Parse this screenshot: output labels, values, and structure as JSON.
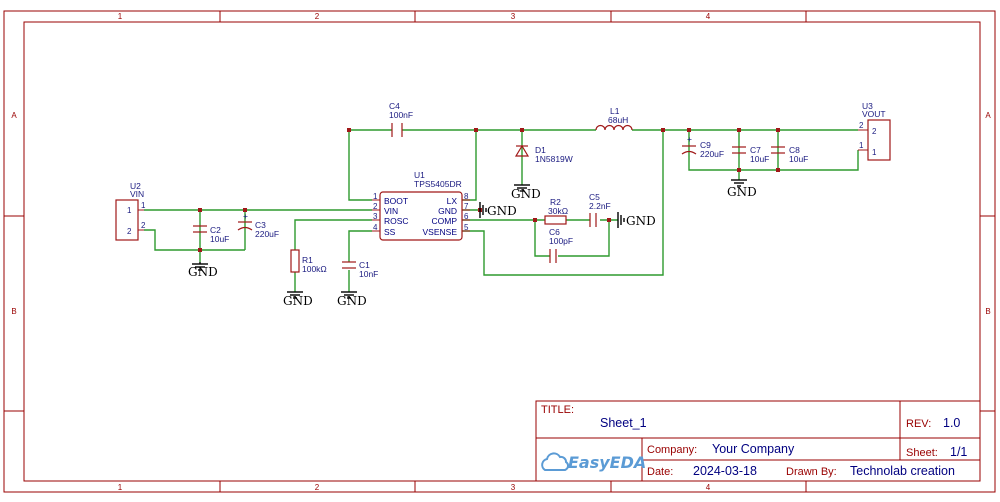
{
  "frame": {
    "col_labels": [
      "1",
      "2",
      "3",
      "4"
    ],
    "row_labels": [
      "A",
      "B"
    ]
  },
  "title_block": {
    "title_label": "TITLE:",
    "title_value": "Sheet_1",
    "rev_label": "REV:",
    "rev_value": "1.0",
    "company_label": "Company:",
    "company_value": "Your Company",
    "sheet_label": "Sheet:",
    "sheet_value": "1/1",
    "date_label": "Date:",
    "date_value": "2024-03-18",
    "drawn_label": "Drawn By:",
    "drawn_value": "Technolab creation",
    "logo": "EasyEDA"
  },
  "components": {
    "u2": {
      "ref": "U2",
      "name": "VIN",
      "pin1": "1",
      "pin2": "2"
    },
    "u3": {
      "ref": "U3",
      "name": "VOUT",
      "pin1": "1",
      "pin2": "2"
    },
    "u1": {
      "ref": "U1",
      "name": "TPS5405DR",
      "left_pins": [
        "BOOT",
        "VIN",
        "ROSC",
        "SS"
      ],
      "left_nums": [
        "1",
        "2",
        "3",
        "4"
      ],
      "right_pins": [
        "LX",
        "GND",
        "COMP",
        "VSENSE"
      ],
      "right_nums": [
        "8",
        "7",
        "6",
        "5"
      ]
    },
    "c1": {
      "ref": "C1",
      "value": "10nF"
    },
    "c2": {
      "ref": "C2",
      "value": "10uF"
    },
    "c3": {
      "ref": "C3",
      "value": "220uF"
    },
    "c4": {
      "ref": "C4",
      "value": "100nF"
    },
    "c5": {
      "ref": "C5",
      "value": "2.2nF"
    },
    "c6": {
      "ref": "C6",
      "value": "100pF"
    },
    "c7": {
      "ref": "C7",
      "value": "10uF"
    },
    "c8": {
      "ref": "C8",
      "value": "10uF"
    },
    "c9": {
      "ref": "C9",
      "value": "220uF"
    },
    "r1": {
      "ref": "R1",
      "value": "100kΩ"
    },
    "r2": {
      "ref": "R2",
      "value": "30kΩ"
    },
    "l1": {
      "ref": "L1",
      "value": "68uH"
    },
    "d1": {
      "ref": "D1",
      "value": "1N5819W"
    }
  },
  "gnd_label": "GND",
  "colors": {
    "frame": "#990000",
    "wire": "#2e9a2e",
    "part": "#a01818",
    "text": "#1a1a80",
    "logo": "#5b9bd5"
  }
}
